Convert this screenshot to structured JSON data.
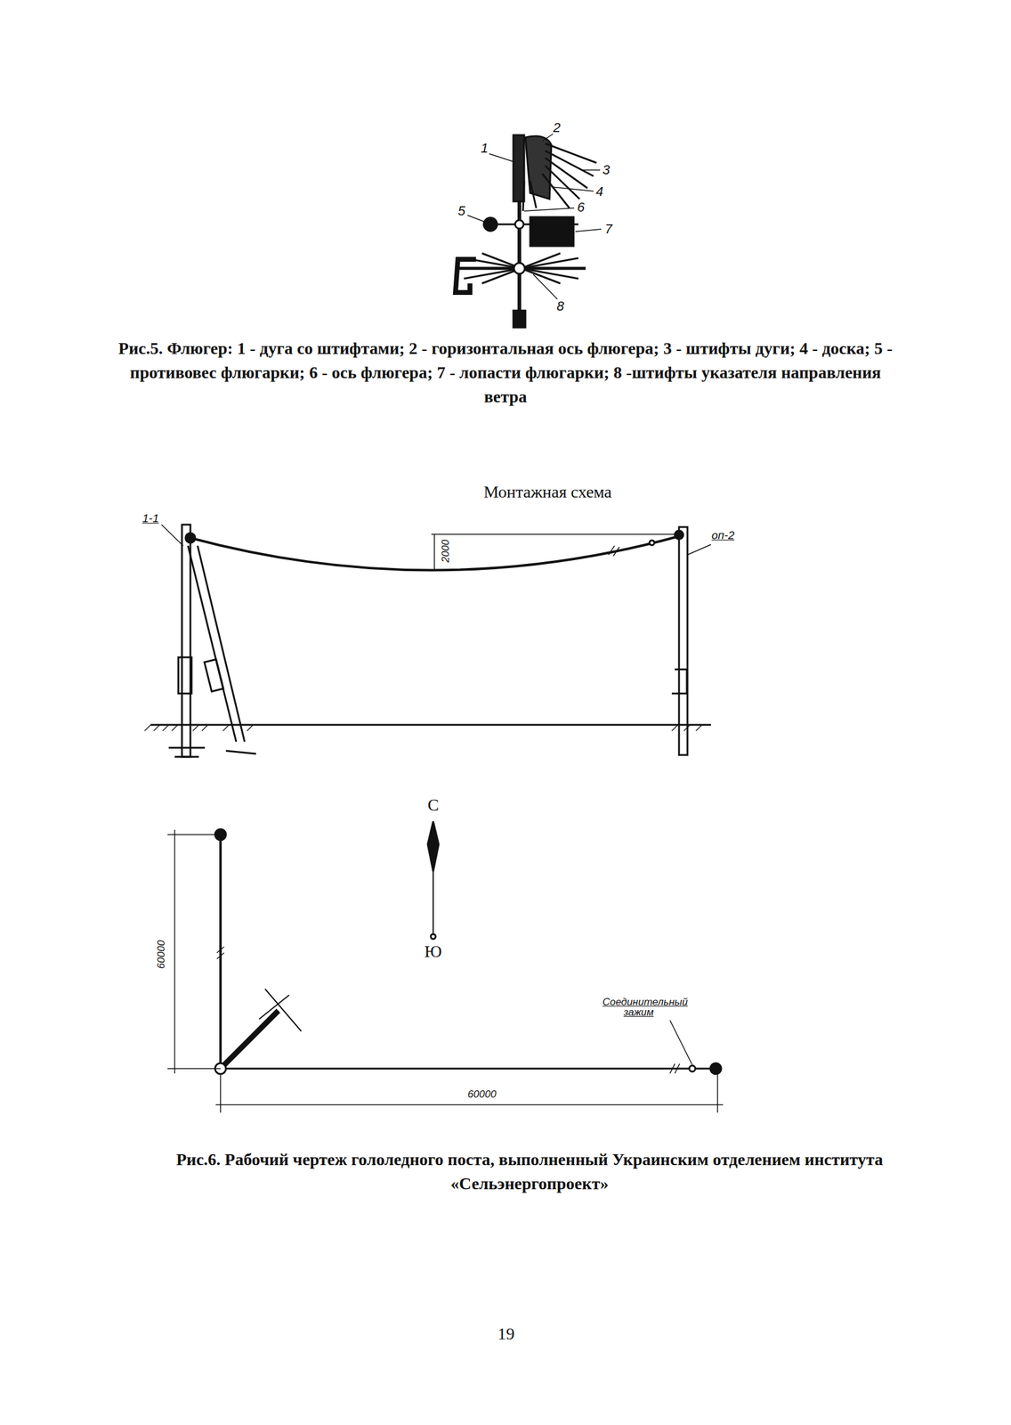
{
  "diagram": {
    "labels": [
      "1",
      "2",
      "3",
      "4",
      "5",
      "6",
      "7",
      "8",
      "Рис.5. Флюгер: 1 - дуга со штифтами; 2 - горизонтальная ось флюгера; 3 - штифты дуги; 4 - доска; 5 - противовес флюгарки; 6 - ось флюгера; 7 - лопасти флюгарки; 8 -штифты указателя направления ветра",
      "Монтажная схема",
      "1-1",
      "2000",
      "оп-2",
      "С",
      "Ю",
      "60000",
      "60000",
      "Соединительный зажим",
      "Рис.6. Рабочий чертеж гололедного поста, выполненный Украинским отделением института «Сельэнергопроект»",
      "19"
    ]
  }
}
